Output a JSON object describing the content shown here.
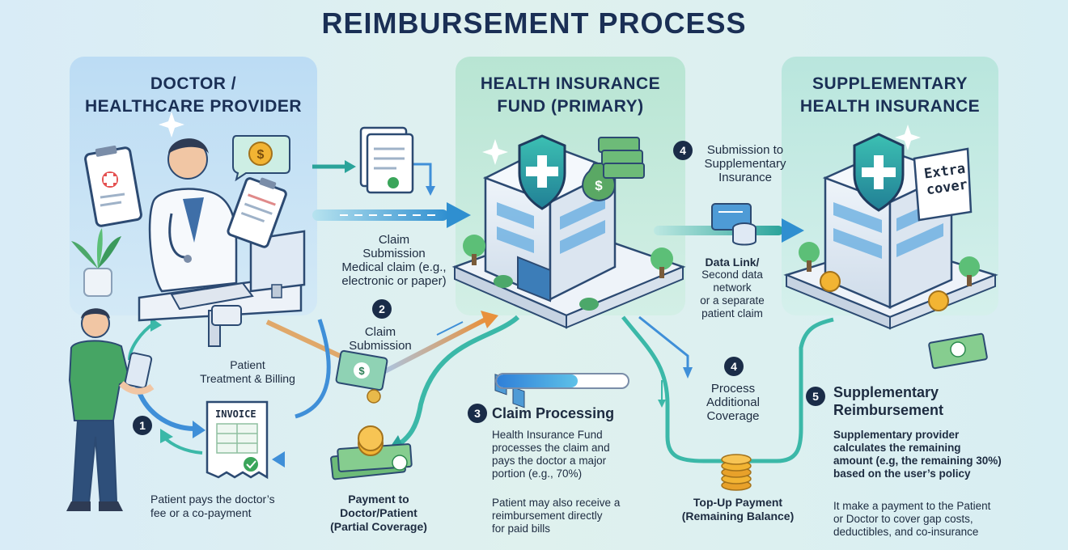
{
  "title": "REIMBURSEMENT PROCESS",
  "panels": {
    "provider": {
      "line1": "DOCTOR /",
      "line2": "HEALTHCARE PROVIDER"
    },
    "fund": {
      "line1": "HEALTH INSURANCE",
      "line2": "FUND (PRIMARY)"
    },
    "supplementary": {
      "line1": "SUPPLEMENTARY",
      "line2": "HEALTH INSURANCE"
    }
  },
  "labels": {
    "claim_submission_top": {
      "title": "Claim",
      "title2": "Submission",
      "desc1": "Medical claim (e.g.,",
      "desc2": "electronic or paper)"
    },
    "step2": {
      "num": "2",
      "line1": "Claim",
      "line2": "Submission"
    },
    "patient_treatment": {
      "line1": "Patient",
      "line2": "Treatment & Billing"
    },
    "step1": {
      "num": "1",
      "desc1": "Patient pays the doctor’s",
      "desc2": "fee or a co-payment"
    },
    "invoice": "INVOICE",
    "payment_doctor": {
      "line1": "Payment to",
      "line2": "Doctor/Patient",
      "line3": "(Partial Coverage)"
    },
    "step3": {
      "num": "3",
      "heading": "Claim Processing",
      "d1": "Health Insurance Fund",
      "d2": "processes the claim and",
      "d3": "pays the doctor a major",
      "d4": "portion (e.g., 70%)",
      "e1": "Patient may also receive a",
      "e2": "reimbursement directly",
      "e3": "for paid bills"
    },
    "step4a": {
      "num": "4",
      "line1": "Submission to",
      "line2": "Supplementary",
      "line3": "Insurance"
    },
    "data_link": {
      "line1": "Data Link/",
      "line2": "Second data",
      "line3": "network",
      "line4": "or a separate",
      "line5": "patient claim"
    },
    "step4b": {
      "num": "4",
      "line1": "Process",
      "line2": "Additional",
      "line3": "Coverage"
    },
    "topup": {
      "line1": "Top-Up Payment",
      "line2": "(Remaining Balance)"
    },
    "step5": {
      "num": "5",
      "h1": "Supplementary",
      "h2": "Reimbursement",
      "b1": "Supplementary provider",
      "b2": "calculates the remaining",
      "b3": "amount (e.g, the remaining 30%)",
      "b4": "based on the user’s policy",
      "c1": "It make a payment to the Patient",
      "c2": "or Doctor to cover gap costs,",
      "c3": "deductibles, and co-insurance"
    },
    "extra_cover": {
      "line1": "Extra",
      "line2": "cover"
    }
  },
  "progress": {
    "value": 0.62
  },
  "colors": {
    "navy": "#1a2f55",
    "teal": "#2fa59b",
    "blue": "#3f8fd8",
    "green": "#3aa55a",
    "orange": "#e08a3a",
    "gold": "#f2b433"
  }
}
